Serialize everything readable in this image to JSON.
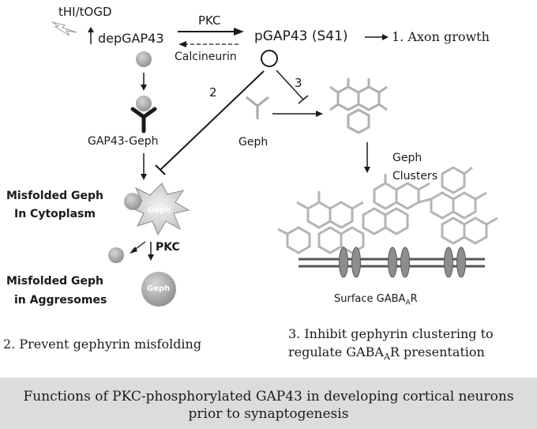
{
  "labels": {
    "thi": "tHI/tOGD",
    "depgap": "depGAP43",
    "pkc_top": "PKC",
    "calcineurin": "Calcineurin",
    "pgap": "pGAP43 (S41)",
    "axon": "1. Axon growth",
    "num2": "2",
    "num3": "3",
    "gap_geph": "GAP43-Geph",
    "geph": "Geph",
    "geph_clusters_1": "Geph",
    "geph_clusters_2": "Clusters",
    "misfolded_cyto_1": "Misfolded Geph",
    "misfolded_cyto_2": "In Cytoplasm",
    "star_geph": "Geph",
    "pkc_lower": "PKC",
    "misfolded_aggr_1": "Misfolded Geph",
    "misfolded_aggr_2": "in Aggresomes",
    "ball_geph": "Geph",
    "surface_a": "Surface GABA",
    "surface_sub": "A",
    "surface_b": "R",
    "prevent": "2. Prevent gephyrin misfolding",
    "inhibit_1": "3. Inhibit gephyrin clustering to",
    "inhibit_2a": "regulate GABA",
    "inhibit_2sub": "A",
    "inhibit_2b": "R presentation"
  },
  "caption": {
    "line1": "Functions of PKC-phosphorylated GAP43 in developing cortical neurons",
    "line2": "prior to synaptogenesis"
  }
}
